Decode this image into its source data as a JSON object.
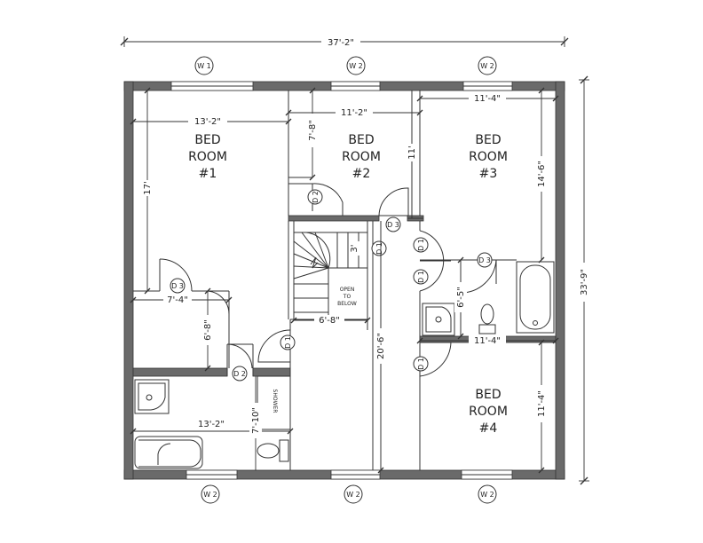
{
  "rooms": {
    "bed1": {
      "line1": "BED",
      "line2": "ROOM",
      "line3": "#1"
    },
    "bed2": {
      "line1": "BED",
      "line2": "ROOM",
      "line3": "#2"
    },
    "bed3": {
      "line1": "BED",
      "line2": "ROOM",
      "line3": "#3"
    },
    "bed4": {
      "line1": "BED",
      "line2": "ROOM",
      "line3": "#4"
    }
  },
  "dimensions": {
    "overall_width": "37'-2\"",
    "overall_depth": "33'-9\"",
    "bed1_width": "13'-2\"",
    "bed1_depth": "17'",
    "bed2_width": "11'-2\"",
    "bed2_depth": "7'-8\"",
    "bed3_width": "11'-4\"",
    "bed3_depth": "14'-6\"",
    "stair_width": "6'-8\"",
    "stair_depth": "3'",
    "hall_depth": "20'-6\"",
    "bath_top_width": "7'-4\"",
    "bath_top_depth": "6'-8\"",
    "bath_bottom_width": "13'-2\"",
    "bath_bottom_depth": "7'-10\"",
    "bath_right_depth": "6'-5\"",
    "bath_right_width": "11'-4\"",
    "bed4_depth": "11'-4\"",
    "closet_depth": "11'"
  },
  "tags": {
    "w1": "W 1",
    "w2": "W 2",
    "d1": "D 1",
    "d2": "D 2",
    "d3": "D 3"
  },
  "labels": {
    "open_line1": "OPEN",
    "open_line2": "TO",
    "open_line3": "BELOW",
    "shower": "SHOWER"
  }
}
